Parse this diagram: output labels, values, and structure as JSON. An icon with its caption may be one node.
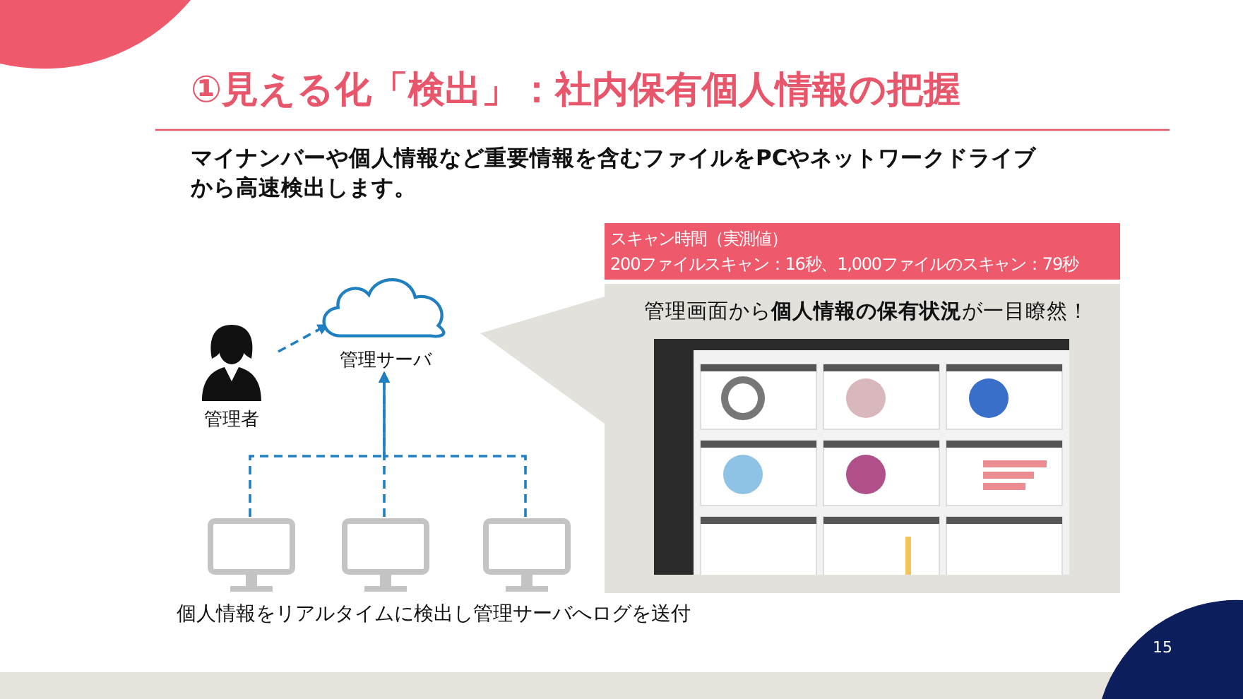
{
  "diagram": {
    "title": "①見える化「検出」：社内保有個人情報の把握",
    "nodes": [
      {
        "text": [
          "管理サーバ"
        ]
      },
      {
        "text": [
          "管理者"
        ]
      },
      {
        "text": [],
        "shape": "monitor"
      },
      {
        "text": [],
        "shape": "monitor"
      },
      {
        "text": [],
        "shape": "monitor"
      },
      {
        "text": [
          "スキャン時間（実測値）",
          "200ファイルスキャン：16秒、1,000ファイルのスキャン：79秒"
        ]
      },
      {
        "text": [
          "管理画面から**個人情報の保有状況**が一目瞭然！"
        ]
      },
      {
        "text": [],
        "shape": "picture",
        "in": 6
      }
    ],
    "edges": [
      {
        "from": 1,
        "to": 0,
        "arrow": "to",
        "style": "dashed"
      },
      {
        "from": 2,
        "to": 0,
        "arrow": "to",
        "style": "dashed"
      },
      {
        "from": 3,
        "to": 0,
        "arrow": "to",
        "style": "dashed"
      },
      {
        "from": 4,
        "to": 0,
        "arrow": "to",
        "style": "dashed"
      }
    ],
    "labels": [
      "マイナンバーや個人情報など重要情報を含むファイルをPCやネットワークドライブから高速検出します。",
      "個人情報をリアルタイムに検出し管理サーバへログを送付",
      "15"
    ]
  }
}
